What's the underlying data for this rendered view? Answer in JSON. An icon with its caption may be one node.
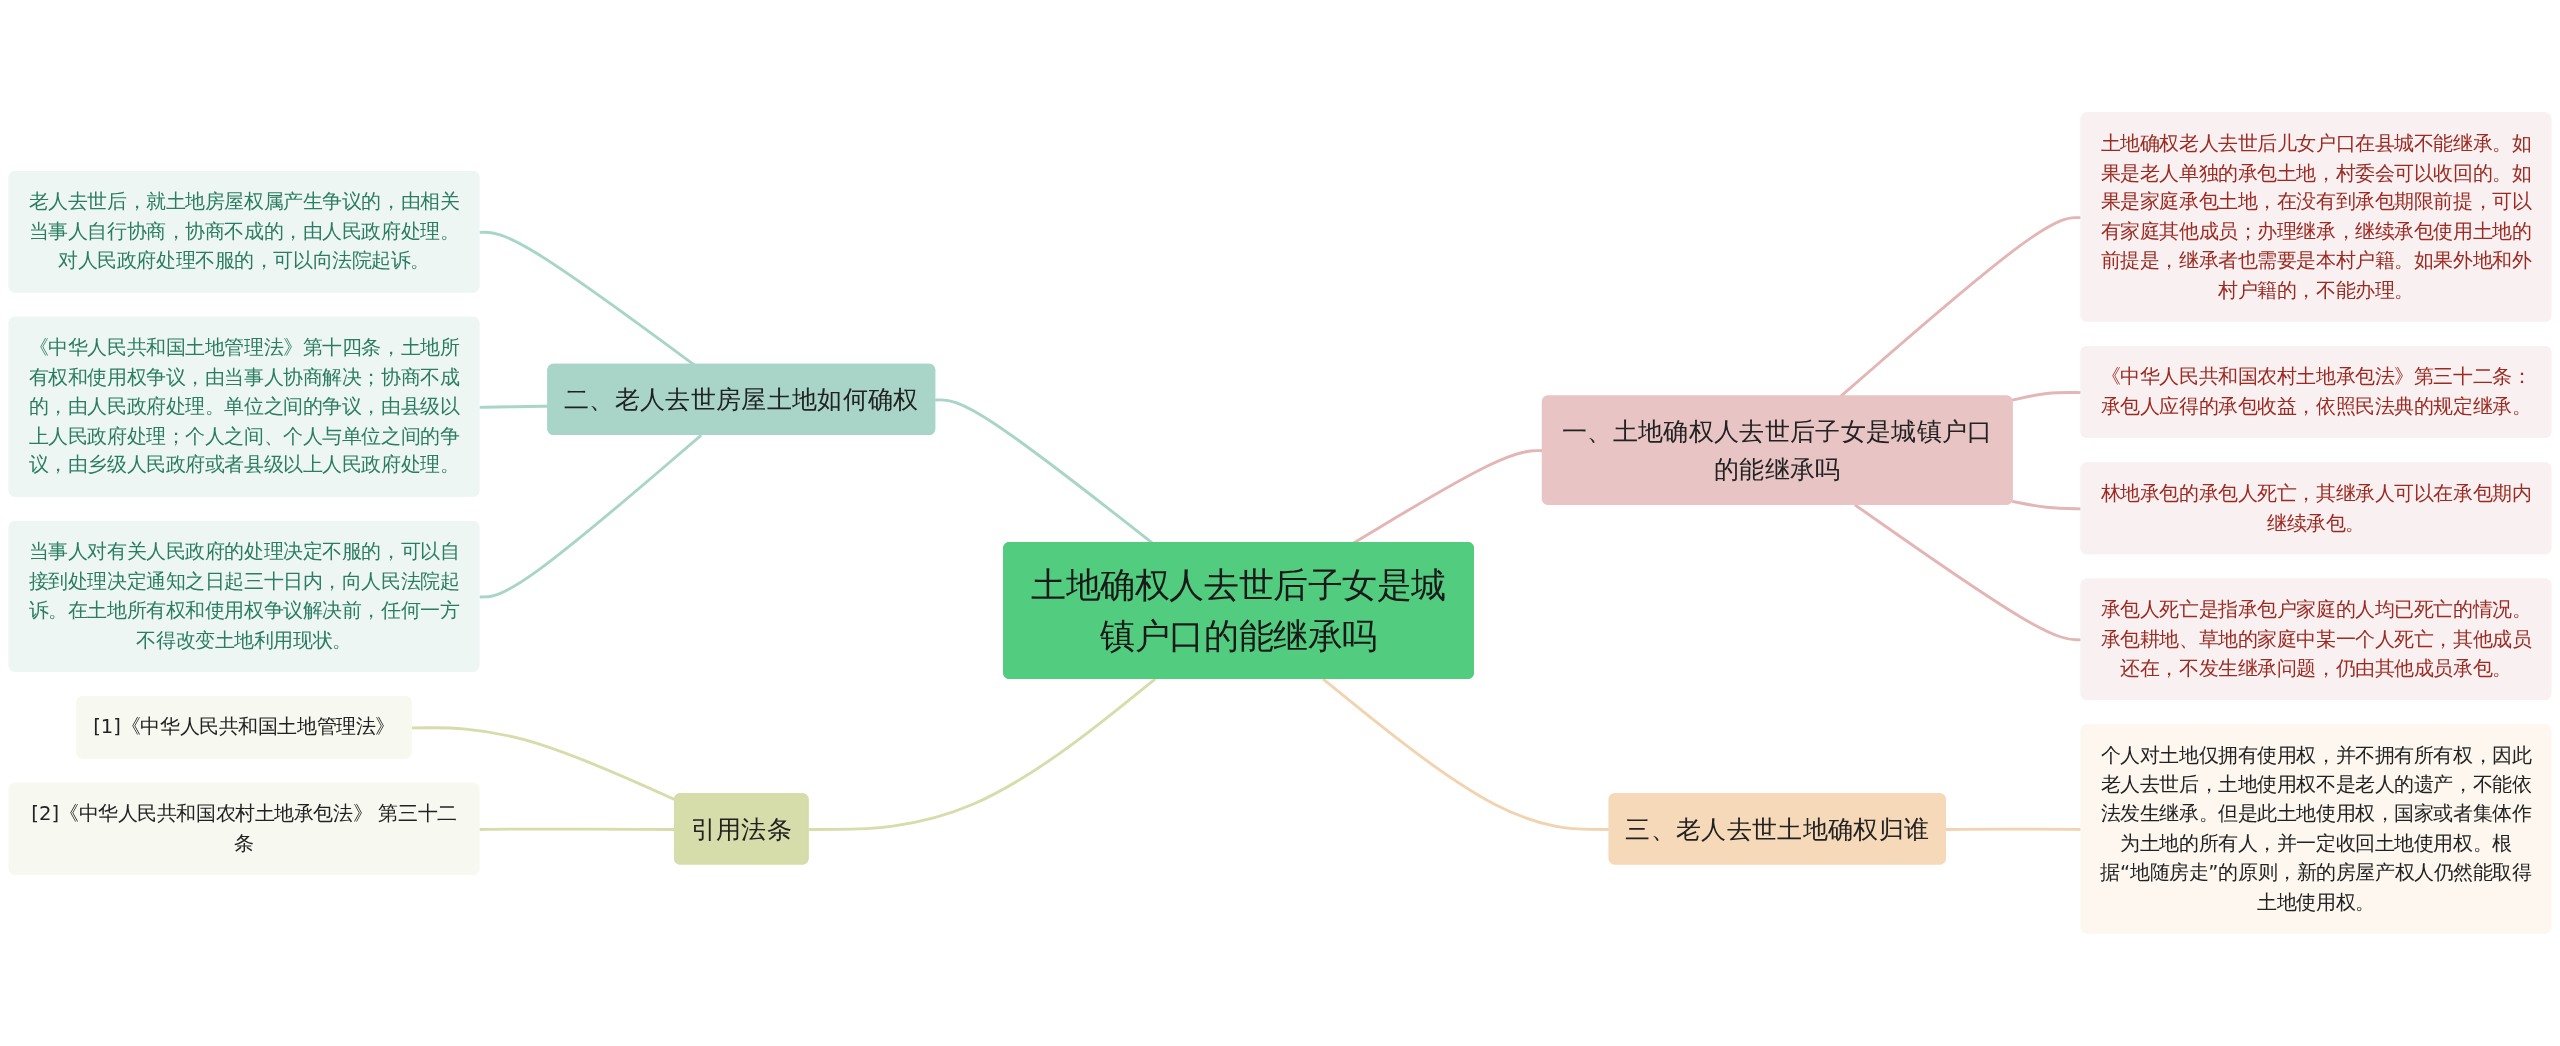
{
  "diagram": {
    "nodes": [
      {
        "text": [
          "土地确权人去世后子女是城镇户口的能继承吗"
        ]
      },
      {
        "text": [
          "一、土地确权人去世后子女是城镇户口的能继承吗"
        ]
      },
      {
        "text": [
          "土地确权老人去世后儿女户口在县城不能继承。如果是老人单独的承包土地，村委会可以收回的。如果是家庭承包土地，在没有到承包期限前提，可以有家庭其他成员；办理继承，继续承包使用土地的前提是，继承者也需要是本村户籍。如果外地和外村户籍的，不能办理。"
        ]
      },
      {
        "text": [
          "《中华人民共和国农村土地承包法》第三十二条：承包人应得的承包收益，依照民法典的规定继承。"
        ]
      },
      {
        "text": [
          "林地承包的承包人死亡，其继承人可以在承包期内继续承包。"
        ]
      },
      {
        "text": [
          "承包人死亡是指承包户家庭的人均已死亡的情况。承包耕地、草地的家庭中某一个人死亡，其他成员还在，不发生继承问题，仍由其他成员承包。"
        ]
      },
      {
        "text": [
          "三、老人去世土地确权归谁"
        ]
      },
      {
        "text": [
          "个人对土地仅拥有使用权，并不拥有所有权，因此老人去世后，土地使用权不是老人的遗产，不能依法发生继承。但是此土地使用权，国家或者集体作为土地的所有人，并一定收回土地使用权。根据“地随房走”的原则，新的房屋产权人仍然能取得土地使用权。"
        ]
      },
      {
        "text": [
          "二、老人去世房屋土地如何确权"
        ]
      },
      {
        "text": [
          "老人去世后，就土地房屋权属产生争议的，由相关当事人自行协商，协商不成的，由人民政府处理。对人民政府处理不服的，可以向法院起诉。"
        ]
      },
      {
        "text": [
          "《中华人民共和国土地管理法》第十四条，土地所有权和使用权争议，由当事人协商解决；协商不成的，由人民政府处理。单位之间的争议，由县级以上人民政府处理；个人之间、个人与单位之间的争议，由乡级人民政府或者县级以上人民政府处理。"
        ]
      },
      {
        "text": [
          "当事人对有关人民政府的处理决定不服的，可以自接到处理决定通知之日起三十日内，向人民法院起诉。在土地所有权和使用权争议解决前，任何一方不得改变土地利用现状。"
        ]
      },
      {
        "text": [
          "引用法条"
        ]
      },
      {
        "text": [
          "[1]《中华人民共和国土地管理法》"
        ]
      },
      {
        "text": [
          "[2]《中华人民共和国农村土地承包法》 第三十二条"
        ]
      }
    ],
    "edges": [
      {
        "from": 0,
        "to": 1,
        "arrow": "none",
        "color": "#e3b5b5"
      },
      {
        "from": 1,
        "to": 2,
        "arrow": "none",
        "color": "#e3b5b5"
      },
      {
        "from": 1,
        "to": 3,
        "arrow": "none",
        "color": "#e3b5b5"
      },
      {
        "from": 1,
        "to": 4,
        "arrow": "none",
        "color": "#e3b5b5"
      },
      {
        "from": 1,
        "to": 5,
        "arrow": "none",
        "color": "#e3b5b5"
      },
      {
        "from": 0,
        "to": 6,
        "arrow": "none",
        "color": "#f2d3b0"
      },
      {
        "from": 6,
        "to": 7,
        "arrow": "none",
        "color": "#f2d3b0"
      },
      {
        "from": 8,
        "to": 0,
        "arrow": "none",
        "color": "#a8d5c8"
      },
      {
        "from": 9,
        "to": 8,
        "arrow": "none",
        "color": "#a8d5c8"
      },
      {
        "from": 10,
        "to": 8,
        "arrow": "none",
        "color": "#a8d5c8"
      },
      {
        "from": 11,
        "to": 8,
        "arrow": "none",
        "color": "#a8d5c8"
      },
      {
        "from": 12,
        "to": 0,
        "arrow": "none",
        "color": "#d6dcaa"
      },
      {
        "from": 13,
        "to": 12,
        "arrow": "none",
        "color": "#d6dcaa"
      },
      {
        "from": 14,
        "to": 12,
        "arrow": "none",
        "color": "#d6dcaa"
      }
    ]
  }
}
